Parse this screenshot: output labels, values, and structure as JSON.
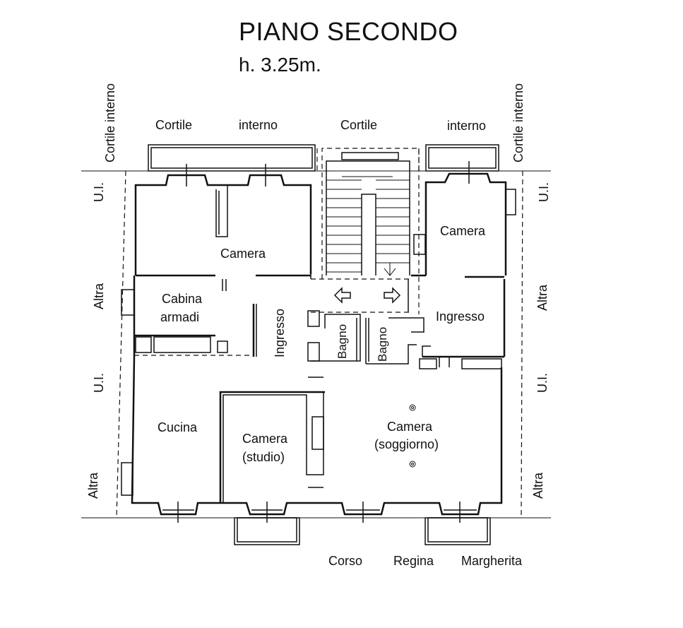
{
  "header": {
    "title": "PIANO SECONDO",
    "height": "h. 3.25m."
  },
  "surroundings": {
    "top_1": "Cortile",
    "top_2": "interno",
    "top_3": "Cortile",
    "top_4": "interno",
    "corner_left": "Cortile interno",
    "corner_right": "Cortile interno",
    "left_ui_1": "U.I.",
    "left_altra_1": "Altra",
    "left_ui_2": "U.I.",
    "left_altra_2": "Altra",
    "right_ui_1": "U.I.",
    "right_altra_1": "Altra",
    "right_ui_2": "U.I.",
    "right_altra_2": "Altra",
    "street_1": "Corso",
    "street_2": "Regina",
    "street_3": "Margherita"
  },
  "rooms": {
    "camera_top_left": "Camera",
    "cabina_1": "Cabina",
    "cabina_2": "armadi",
    "ingresso_left": "Ingresso",
    "bagno_1": "Bagno",
    "bagno_2": "Bagno",
    "camera_top_right": "Camera",
    "ingresso_right": "Ingresso",
    "cucina": "Cucina",
    "studio_1": "Camera",
    "studio_2": "(studio)",
    "soggiorno_1": "Camera",
    "soggiorno_2": "(soggiorno)"
  }
}
